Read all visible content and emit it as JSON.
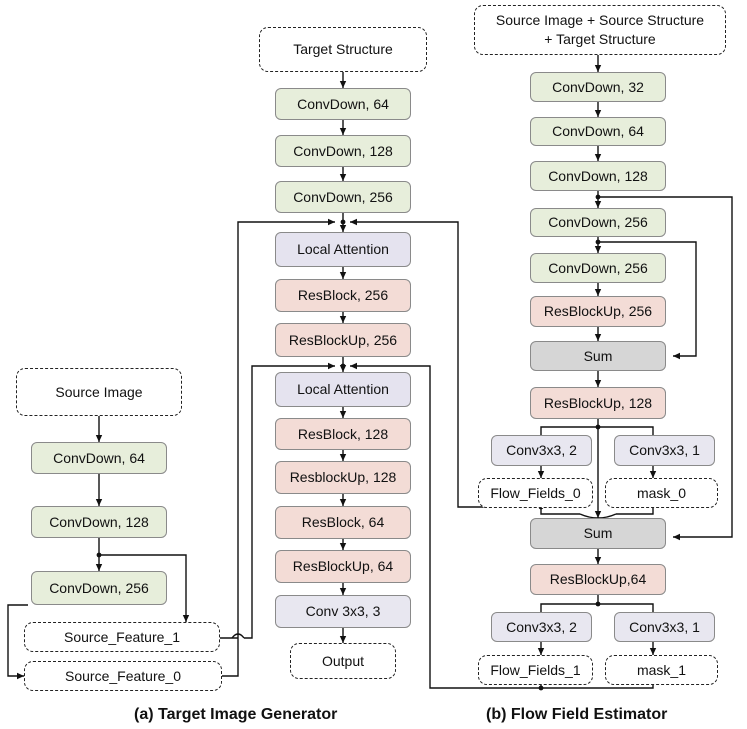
{
  "generator": {
    "target_structure": "Target Structure",
    "convdown_64": "ConvDown, 64",
    "convdown_128": "ConvDown, 128",
    "convdown_256": "ConvDown, 256",
    "local_attention_1": "Local Attention",
    "resblock_256": "ResBlock, 256",
    "resblockup_256": "ResBlockUp, 256",
    "local_attention_2": "Local Attention",
    "resblock_128": "ResBlock, 128",
    "resblockup_128": "ResblockUp, 128",
    "resblock_64": "ResBlock, 64",
    "resblockup_64": "ResBlockUp, 64",
    "conv3x3_3": "Conv 3x3, 3",
    "output": "Output",
    "caption": "(a) Target Image Generator"
  },
  "source_encoder": {
    "source_image": "Source Image",
    "convdown_64": "ConvDown, 64",
    "convdown_128": "ConvDown, 128",
    "convdown_256": "ConvDown, 256",
    "source_feature_1": "Source_Feature_1",
    "source_feature_0": "Source_Feature_0"
  },
  "flow_estimator": {
    "input_line1": "Source Image + Source Structure",
    "input_line2": "+ Target Structure",
    "convdown_32": "ConvDown, 32",
    "convdown_64": "ConvDown, 64",
    "convdown_128": "ConvDown, 128",
    "convdown_256_a": "ConvDown, 256",
    "convdown_256_b": "ConvDown, 256",
    "resblockup_256": "ResBlockUp, 256",
    "sum_1": "Sum",
    "resblockup_128": "ResBlockUp, 128",
    "conv3x3_2_a": "Conv3x3, 2",
    "conv3x3_1_a": "Conv3x3, 1",
    "flow_fields_0": "Flow_Fields_0",
    "mask_0": "mask_0",
    "sum_2": "Sum",
    "resblockup_64": "ResBlockUp,64",
    "conv3x3_2_b": "Conv3x3, 2",
    "conv3x3_1_b": "Conv3x3, 1",
    "flow_fields_1": "Flow_Fields_1",
    "mask_1": "mask_1",
    "caption": "(b) Flow Field Estimator"
  },
  "colors": {
    "conv_down": "#e7eedb",
    "res_block": "#f3dcd6",
    "attention": "#e5e3ef",
    "sum": "#d6d6d6"
  }
}
